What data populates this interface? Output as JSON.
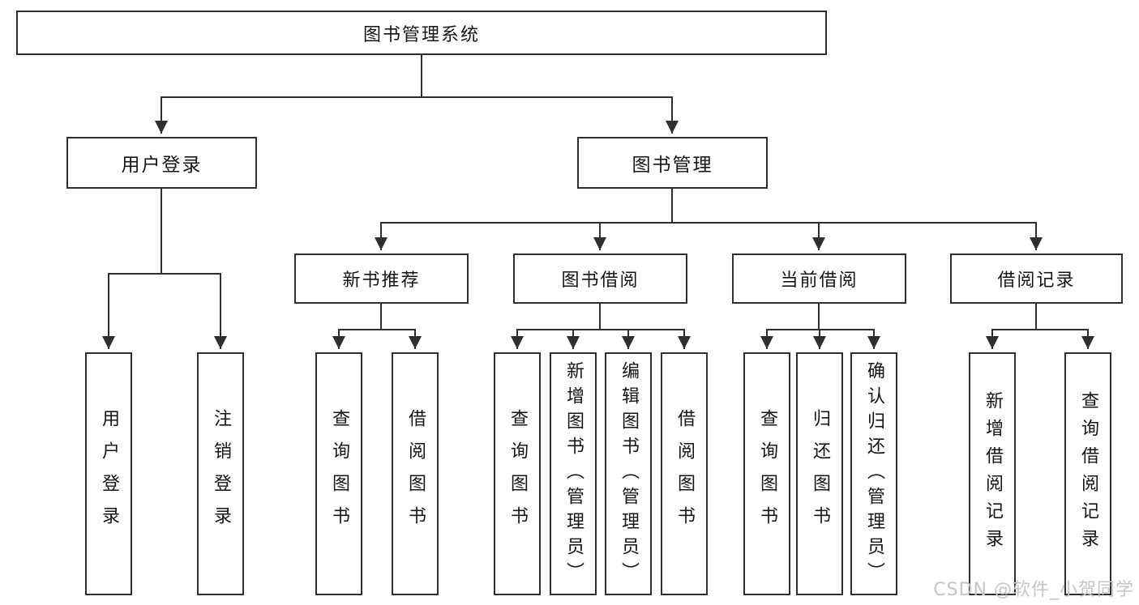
{
  "diagram": {
    "root": {
      "label": "图书管理系统"
    },
    "children": [
      {
        "label": "用户登录",
        "children": [
          {
            "label": "用户登录"
          },
          {
            "label": "注销登录"
          }
        ]
      },
      {
        "label": "图书管理",
        "children": [
          {
            "label": "新书推荐",
            "children": [
              {
                "label": "查询图书"
              },
              {
                "label": "借阅图书"
              }
            ]
          },
          {
            "label": "图书借阅",
            "children": [
              {
                "label": "查询图书"
              },
              {
                "label": "新增图书（管理员）"
              },
              {
                "label": "编辑图书（管理员）"
              },
              {
                "label": "借阅图书"
              }
            ]
          },
          {
            "label": "当前借阅",
            "children": [
              {
                "label": "查询图书"
              },
              {
                "label": "归还图书"
              },
              {
                "label": "确认归还（管理员）"
              }
            ]
          },
          {
            "label": "借阅记录",
            "children": [
              {
                "label": "新增借阅记录"
              },
              {
                "label": "查询借阅记录"
              }
            ]
          }
        ]
      }
    ]
  },
  "watermark": {
    "text": "CSDN @软件_小贺同学"
  },
  "colors": {
    "line": "#2f2f2f",
    "box_fill": "#ffffff",
    "text": "#151515",
    "background": "#ffffff",
    "watermark": "#c5c5c5"
  }
}
